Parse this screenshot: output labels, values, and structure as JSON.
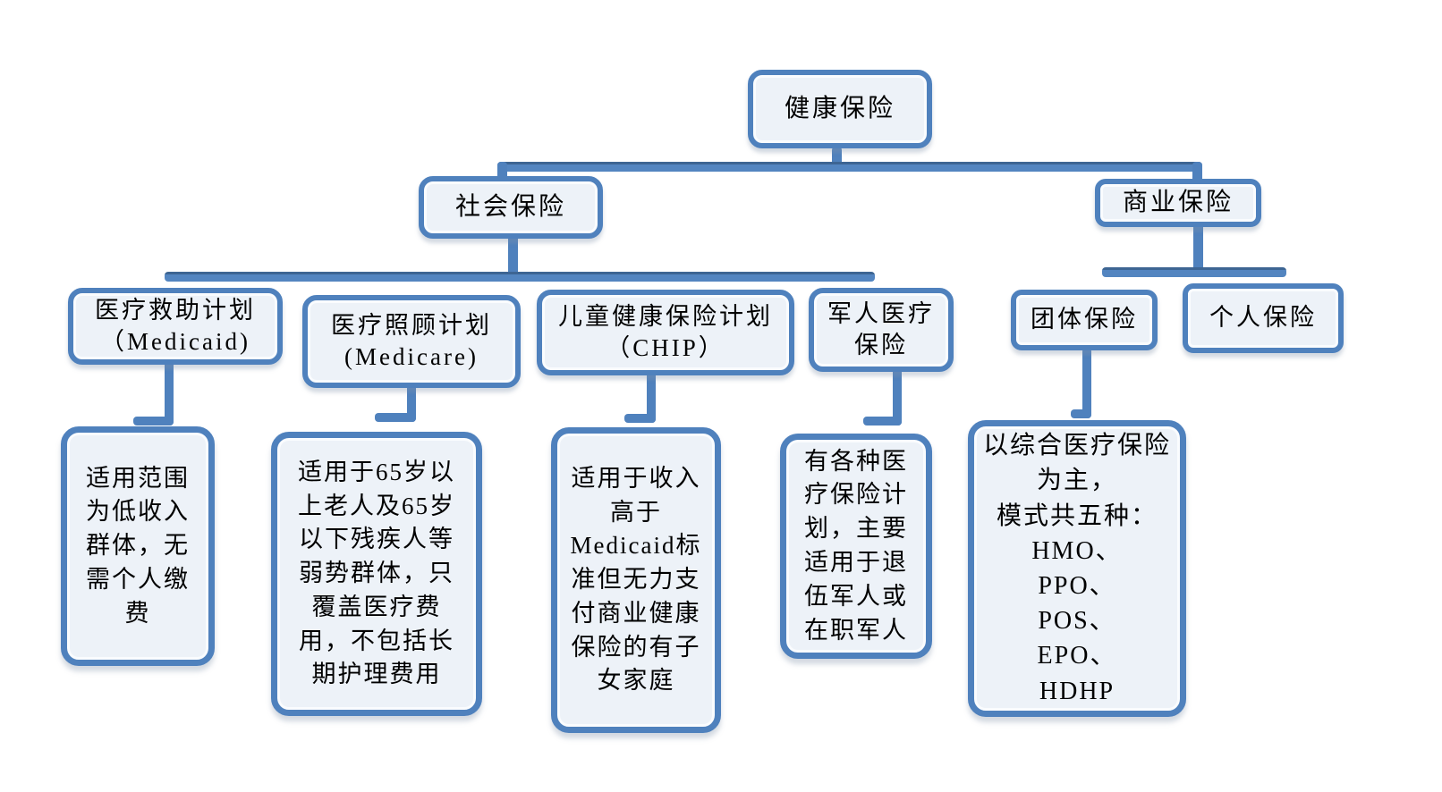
{
  "colors": {
    "accent": "#4f81bd",
    "node_fill": "#edf2f8",
    "text": "#000000"
  },
  "tree": {
    "label": "健康保险",
    "children": [
      {
        "label": "社会保险",
        "children": [
          {
            "label": "医疗救助计划\n（Medicaid)",
            "desc": "适用范围为低收入群体，无需个人缴费"
          },
          {
            "label": "医疗照顾计划\n(Medicare)",
            "desc": "适用于65岁以上老人及65岁以下残疾人等弱势群体，只覆盖医疗费用，不包括长期护理费用"
          },
          {
            "label": "儿童健康保险计划\n（CHIP）",
            "desc": "适用于收入高于Medicaid标准但无力支付商业健康保险的有子女家庭"
          },
          {
            "label": "军人医疗\n保险",
            "desc": "有各种医疗保险计划，主要适用于退伍军人或在职军人"
          }
        ]
      },
      {
        "label": "商业保险",
        "children": [
          {
            "label": "团体保险",
            "desc": "以综合医疗保险为主，\n模式共五种：HMO、\nPPO、\nPOS、\nEPO、\nHDHP"
          },
          {
            "label": "个人保险"
          }
        ]
      }
    ]
  }
}
